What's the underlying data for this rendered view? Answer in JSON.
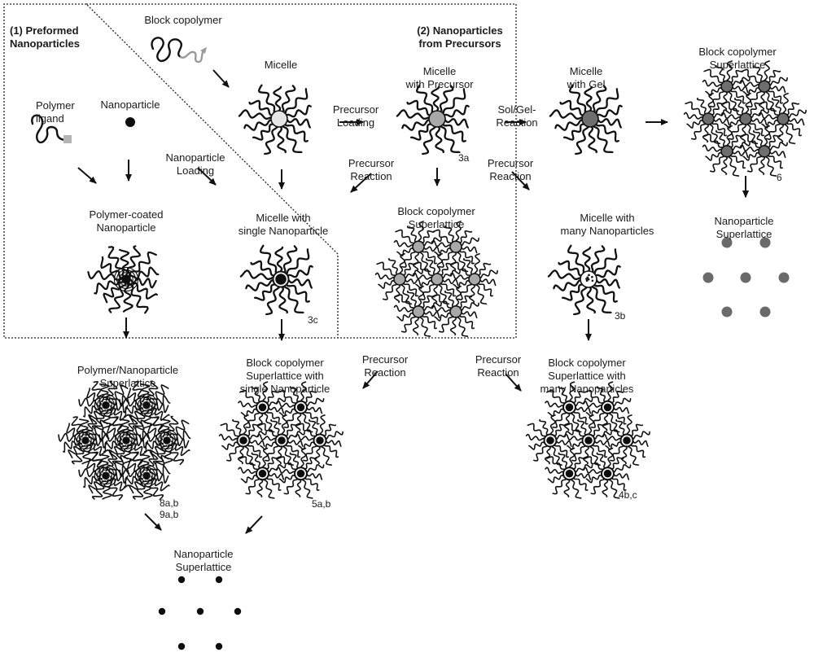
{
  "labels": {
    "preformed_1": "(1) Preformed",
    "preformed_2": "Nanoparticles",
    "precursors_1": "(2) Nanoparticles",
    "precursors_2": "from Precursors",
    "block_copolymer": "Block copolymer",
    "polymer_ligand_1": "Polymer",
    "polymer_ligand_2": "ligand",
    "nanoparticle": "Nanoparticle",
    "micelle": "Micelle",
    "micelle_precursor_1": "Micelle",
    "micelle_precursor_2": "with Precursor",
    "micelle_gel_1": "Micelle",
    "micelle_gel_2": "with Gel",
    "bcp_superlattice_top_1": "Block copolymer",
    "bcp_superlattice_top_2": "Superlattice",
    "precursor_loading_1": "Precursor",
    "precursor_loading_2": "Loading",
    "solgel_1": "Sol/Gel-",
    "solgel_2": "Reaction",
    "nanoparticle_loading_1": "Nanoparticle",
    "nanoparticle_loading_2": "Loading",
    "precursor_reaction_a_1": "Precursor",
    "precursor_reaction_a_2": "Reaction",
    "precursor_reaction_b_1": "Precursor",
    "precursor_reaction_b_2": "Reaction",
    "polymer_coated_1": "Polymer-coated",
    "polymer_coated_2": "Nanoparticle",
    "micelle_single_1": "Micelle with",
    "micelle_single_2": "single Nanoparticle",
    "bcp_superlattice_mid_1": "Block copolymer",
    "bcp_superlattice_mid_2": "Superlattice",
    "micelle_many_1": "Micelle with",
    "micelle_many_2": "many Nanoparticles",
    "np_superlattice_right_1": "Nanoparticle",
    "np_superlattice_right_2": "Superlattice",
    "polymer_np_superlattice_1": "Polymer/Nanoparticle",
    "polymer_np_superlattice_2": "Superlattice",
    "bcp_single_1": "Block copolymer",
    "bcp_single_2": "Superlattice with",
    "bcp_single_3": "single Nanoparticle",
    "precursor_reaction_c_1": "Precursor",
    "precursor_reaction_c_2": "Reaction",
    "precursor_reaction_d_1": "Precursor",
    "precursor_reaction_d_2": "Reaction",
    "bcp_many_1": "Block copolymer",
    "bcp_many_2": "Superlattice with",
    "bcp_many_3": "many Nanoparticles",
    "np_superlattice_bottom_1": "Nanoparticle",
    "np_superlattice_bottom_2": "Superlattice",
    "ref_3a": "3a",
    "ref_3b": "3b",
    "ref_3c": "3c",
    "ref_6": "6",
    "ref_8": "8a,b",
    "ref_9": "9a,b",
    "ref_5": "5a,b",
    "ref_4": "4b,c"
  },
  "colors": {
    "line": "#111111",
    "core_empty": "#e6e6e6",
    "core_precursor": "#a8a8a8",
    "core_gel": "#6e6e6e",
    "core_np": "#0d0d0d",
    "dot_grey": "#6a6a6a",
    "ligand_end": "#b4b4b4"
  }
}
